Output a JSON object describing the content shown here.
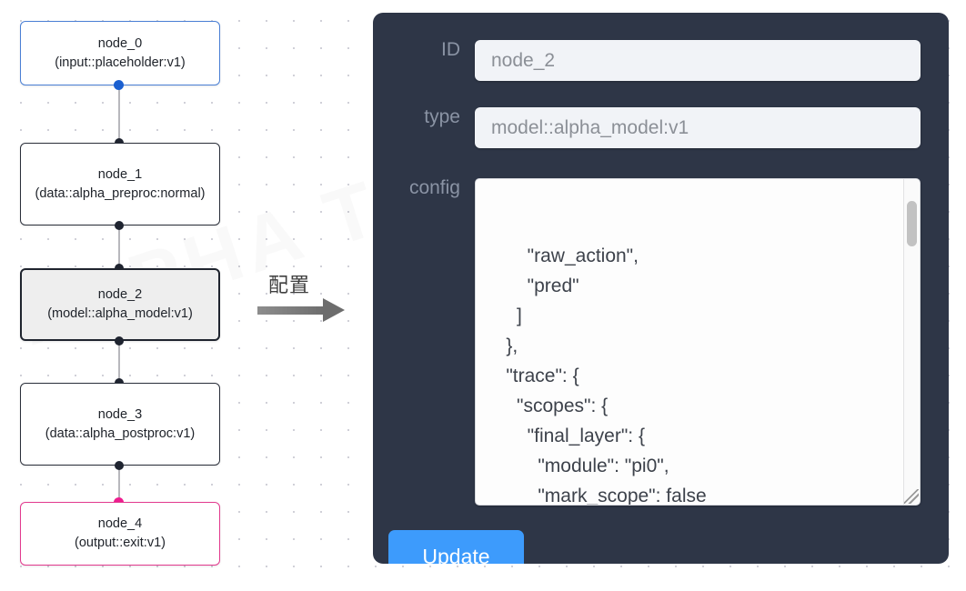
{
  "canvas": {
    "watermark": "ALPHA TRACE"
  },
  "graph": {
    "nodes": [
      {
        "id": "node_0",
        "type": "(input::placeholder:v1)",
        "state": "input"
      },
      {
        "id": "node_1",
        "type": "(data::alpha_preproc:normal)",
        "state": "default"
      },
      {
        "id": "node_2",
        "type": "(model::alpha_model:v1)",
        "state": "selected"
      },
      {
        "id": "node_3",
        "type": "(data::alpha_postproc:v1)",
        "state": "default"
      },
      {
        "id": "node_4",
        "type": "(output::exit:v1)",
        "state": "output"
      }
    ]
  },
  "transition": {
    "label": "配置"
  },
  "panel": {
    "fields": [
      {
        "label": "ID",
        "value": "node_2"
      },
      {
        "label": "type",
        "value": "model::alpha_model:v1"
      },
      {
        "label": "config",
        "value": "        \"raw_action\",\n        \"pred\"\n      ]\n    },\n    \"trace\": {\n      \"scopes\": {\n        \"final_layer\": {\n          \"module\": \"pi0\",\n          \"mark_scope\": false\n        },\n        \"action_model\": {"
      }
    ],
    "update_label": "Update",
    "accent_color": "#3d9bfc",
    "panel_color": "#2e3647"
  }
}
